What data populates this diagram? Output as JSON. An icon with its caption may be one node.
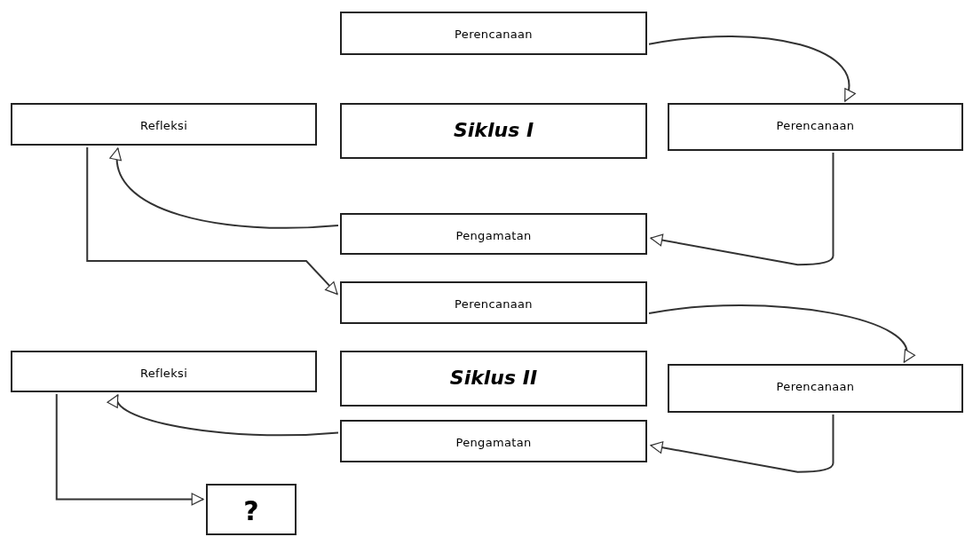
{
  "diagram": {
    "nodes": [
      {
        "text": [
          "Perencanaan"
        ]
      },
      {
        "text": [
          "Refleksi"
        ]
      },
      {
        "text": [
          "Siklus I"
        ]
      },
      {
        "text": [
          "Perencanaan"
        ]
      },
      {
        "text": [
          "Pengamatan"
        ]
      },
      {
        "text": [
          "Perencanaan"
        ]
      },
      {
        "text": [
          "Refleksi"
        ]
      },
      {
        "text": [
          "Siklus II"
        ]
      },
      {
        "text": [
          "Perencanaan"
        ]
      },
      {
        "text": [
          "Pengamatan"
        ]
      },
      {
        "text": [
          "?"
        ]
      }
    ],
    "edges": [
      {
        "from": 0,
        "to": 3,
        "arrow": "to"
      },
      {
        "from": 3,
        "to": 4,
        "arrow": "to"
      },
      {
        "from": 4,
        "to": 1,
        "arrow": "to"
      },
      {
        "from": 1,
        "to": 5,
        "arrow": "to"
      },
      {
        "from": 5,
        "to": 8,
        "arrow": "to"
      },
      {
        "from": 8,
        "to": 9,
        "arrow": "to"
      },
      {
        "from": 9,
        "to": 6,
        "arrow": "to"
      },
      {
        "from": 6,
        "to": 10,
        "arrow": "to"
      }
    ]
  }
}
